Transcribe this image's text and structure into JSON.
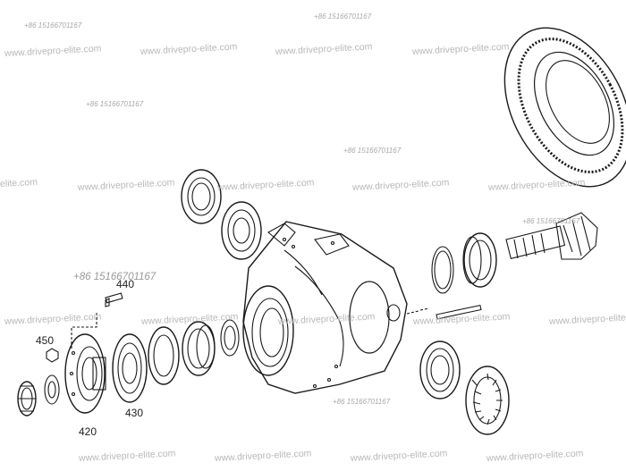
{
  "diagram": {
    "part_labels": {
      "p440": "440",
      "p450": "450",
      "p430": "430",
      "p420": "420"
    }
  },
  "watermarks": {
    "site": "www.drivepro-elite.com",
    "site_cut": "elite.com",
    "phone": "+86 15166701167"
  }
}
